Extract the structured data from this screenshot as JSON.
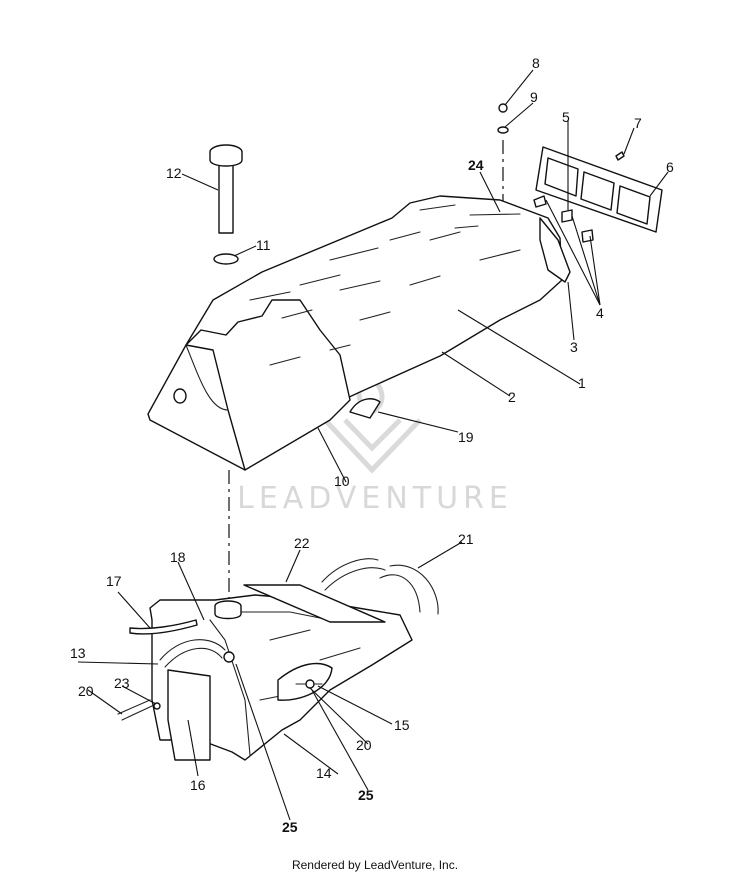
{
  "diagram": {
    "callouts": [
      {
        "id": "c8",
        "text": "8"
      },
      {
        "id": "c9",
        "text": "9"
      },
      {
        "id": "c5",
        "text": "5"
      },
      {
        "id": "c7",
        "text": "7"
      },
      {
        "id": "c6",
        "text": "6"
      },
      {
        "id": "c24",
        "text": "24"
      },
      {
        "id": "c12",
        "text": "12"
      },
      {
        "id": "c11",
        "text": "11"
      },
      {
        "id": "c4",
        "text": "4"
      },
      {
        "id": "c3",
        "text": "3"
      },
      {
        "id": "c1",
        "text": "1"
      },
      {
        "id": "c2",
        "text": "2"
      },
      {
        "id": "c19",
        "text": "19"
      },
      {
        "id": "c10",
        "text": "10"
      },
      {
        "id": "c22",
        "text": "22"
      },
      {
        "id": "c21",
        "text": "21"
      },
      {
        "id": "c18",
        "text": "18"
      },
      {
        "id": "c17",
        "text": "17"
      },
      {
        "id": "c13",
        "text": "13"
      },
      {
        "id": "c23",
        "text": "23"
      },
      {
        "id": "c20a",
        "text": "20"
      },
      {
        "id": "c15",
        "text": "15"
      },
      {
        "id": "c20b",
        "text": "20"
      },
      {
        "id": "c14",
        "text": "14"
      },
      {
        "id": "c16",
        "text": "16"
      },
      {
        "id": "c25a",
        "text": "25"
      },
      {
        "id": "c25b",
        "text": "25"
      }
    ]
  },
  "watermark": {
    "text": "LEADVENTURE",
    "logo": "leadventure-v-logo"
  },
  "footer": {
    "credit": "Rendered by LeadVenture, Inc."
  }
}
